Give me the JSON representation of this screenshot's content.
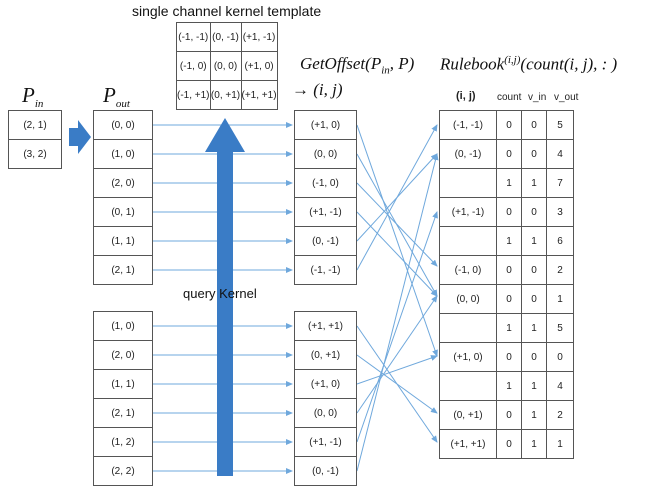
{
  "titles": {
    "kernel_template": "single channel kernel template",
    "pin_base": "P",
    "pin_sub": "in",
    "pout_base": "P",
    "pout_sub": "out",
    "getoffset": "GetOffset(P",
    "getoffset_sub": "in",
    "getoffset_tail": ", P)",
    "arrow_ij": "→ (i, j)",
    "rulebook": "Rulebook",
    "rulebook_sup": "(i,j)",
    "rulebook_tail": "(count(i, j), : )"
  },
  "kernel_template": [
    [
      "(-1, -1)",
      "(0, -1)",
      "(+1, -1)"
    ],
    [
      "(-1, 0)",
      "(0, 0)",
      "(+1, 0)"
    ],
    [
      "(-1, +1)",
      "(0, +1)",
      "(+1, +1)"
    ]
  ],
  "pin": [
    "(2, 1)",
    "(3, 2)"
  ],
  "pout_group1": [
    "(0, 0)",
    "(1, 0)",
    "(2, 0)",
    "(0, 1)",
    "(1, 1)",
    "(2, 1)"
  ],
  "pout_group2": [
    "(1, 0)",
    "(2, 0)",
    "(1, 1)",
    "(2, 1)",
    "(1, 2)",
    "(2, 2)"
  ],
  "offset_group1": [
    "(+1, 0)",
    "(0, 0)",
    "(-1, 0)",
    "(+1, -1)",
    "(0, -1)",
    "(-1, -1)"
  ],
  "offset_group2": [
    "(+1, +1)",
    "(0, +1)",
    "(+1, 0)",
    "(0, 0)",
    "(+1, -1)",
    "(0, -1)"
  ],
  "query_label": "query Kernel",
  "rulebook": {
    "headers": {
      "ij": "(i, j)",
      "count": "count",
      "v_in": "v_in",
      "v_out": "v_out"
    },
    "rows": [
      [
        "(-1, -1)",
        "0",
        "0",
        "5"
      ],
      [
        "(0, -1)",
        "0",
        "0",
        "4"
      ],
      [
        "",
        "1",
        "1",
        "7"
      ],
      [
        "(+1, -1)",
        "0",
        "0",
        "3"
      ],
      [
        "",
        "1",
        "1",
        "6"
      ],
      [
        "(-1, 0)",
        "0",
        "0",
        "2"
      ],
      [
        "(0, 0)",
        "0",
        "0",
        "1"
      ],
      [
        "",
        "1",
        "1",
        "5"
      ],
      [
        "(+1, 0)",
        "0",
        "0",
        "0"
      ],
      [
        "",
        "1",
        "1",
        "4"
      ],
      [
        "(0, +1)",
        "0",
        "1",
        "2"
      ],
      [
        "(+1, +1)",
        "0",
        "1",
        "1"
      ]
    ]
  },
  "colors": {
    "arrow_fill": "#3a7cc6",
    "connector": "#6fa8dc",
    "border": "#555555"
  },
  "icons": {
    "pin_arrow": "right-block-arrow",
    "query_arrow": "up-block-arrow"
  }
}
